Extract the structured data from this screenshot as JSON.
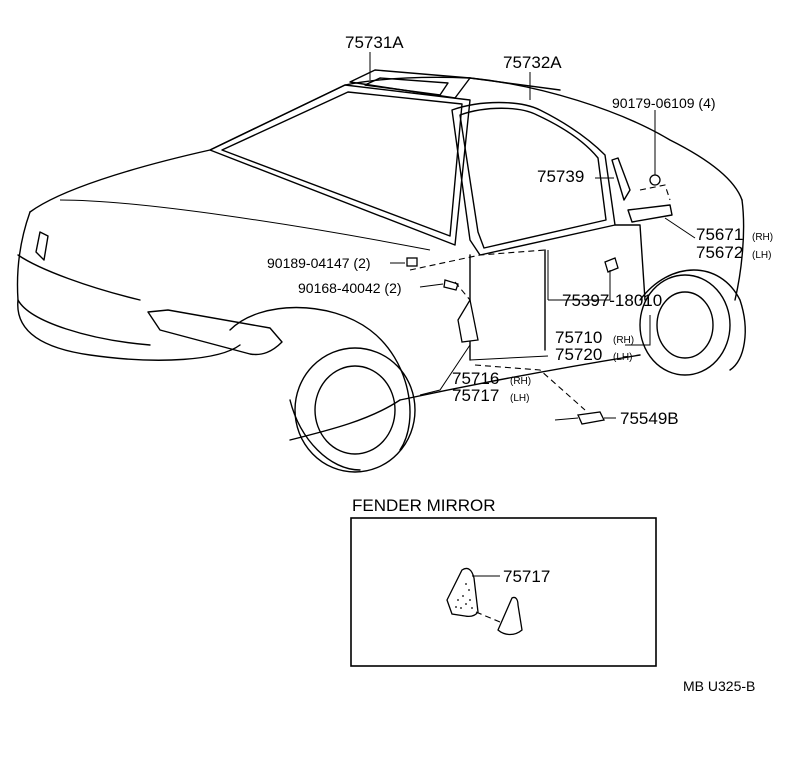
{
  "parts": {
    "p75731A": "75731A",
    "p75732A": "75732A",
    "p90179": "90179-06109 (4)",
    "p75739": "75739",
    "p75671": "75671",
    "p75671_side": "(RH)",
    "p75672": "75672",
    "p75672_side": "(LH)",
    "p90189": "90189-04147 (2)",
    "p90168": "90168-40042 (2)",
    "p75397": "75397-18010",
    "p75710": "75710",
    "p75710_side": "(RH)",
    "p75720": "75720",
    "p75720_side": "(LH)",
    "p75716": "75716",
    "p75716_side": "(RH)",
    "p75717": "75717",
    "p75717_side": "(LH)",
    "p75549B": "75549B"
  },
  "inset": {
    "title": "FENDER MIRROR",
    "part": "75717"
  },
  "diagram_code": "MB U325-B"
}
